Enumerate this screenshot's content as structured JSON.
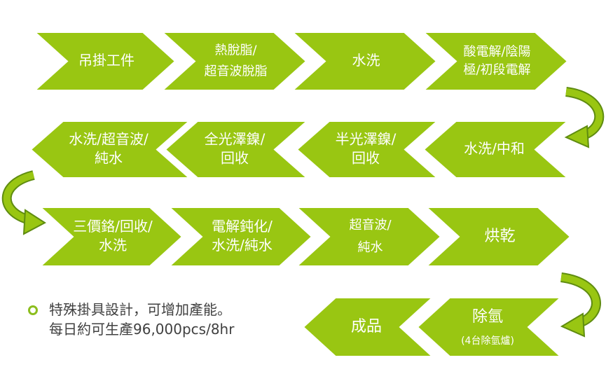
{
  "colors": {
    "arrow_fill": "#99c612",
    "arrow_stroke": "#ffffff",
    "connector": "#7fae1a",
    "bullet": "#8cbe1e"
  },
  "steps": [
    {
      "lines": [
        "吊掛工件"
      ]
    },
    {
      "lines": [
        "熱脫脂/",
        "超音波脫脂"
      ]
    },
    {
      "lines": [
        "水洗"
      ]
    },
    {
      "lines": [
        "酸電解/陰陽",
        "極/初段電解"
      ]
    },
    {
      "lines": [
        "水洗/中和"
      ]
    },
    {
      "lines": [
        "半光澤鎳/",
        "回收"
      ]
    },
    {
      "lines": [
        "全光澤鎳/",
        "回收"
      ]
    },
    {
      "lines": [
        "水洗/超音波/",
        "純水"
      ]
    },
    {
      "lines": [
        "三價鉻/回收/",
        "水洗"
      ]
    },
    {
      "lines": [
        "電解鈍化/",
        "水洗/純水"
      ]
    },
    {
      "lines": [
        "超音波/",
        "純水"
      ]
    },
    {
      "lines": [
        "烘乾"
      ]
    },
    {
      "lines": [
        "除氫",
        "(4台除氫爐)"
      ]
    },
    {
      "lines": [
        "成品"
      ]
    }
  ],
  "note": {
    "line1": "特殊掛具設計，可增加產能。",
    "line2": "每日約可生產96,000pcs/8hr"
  }
}
